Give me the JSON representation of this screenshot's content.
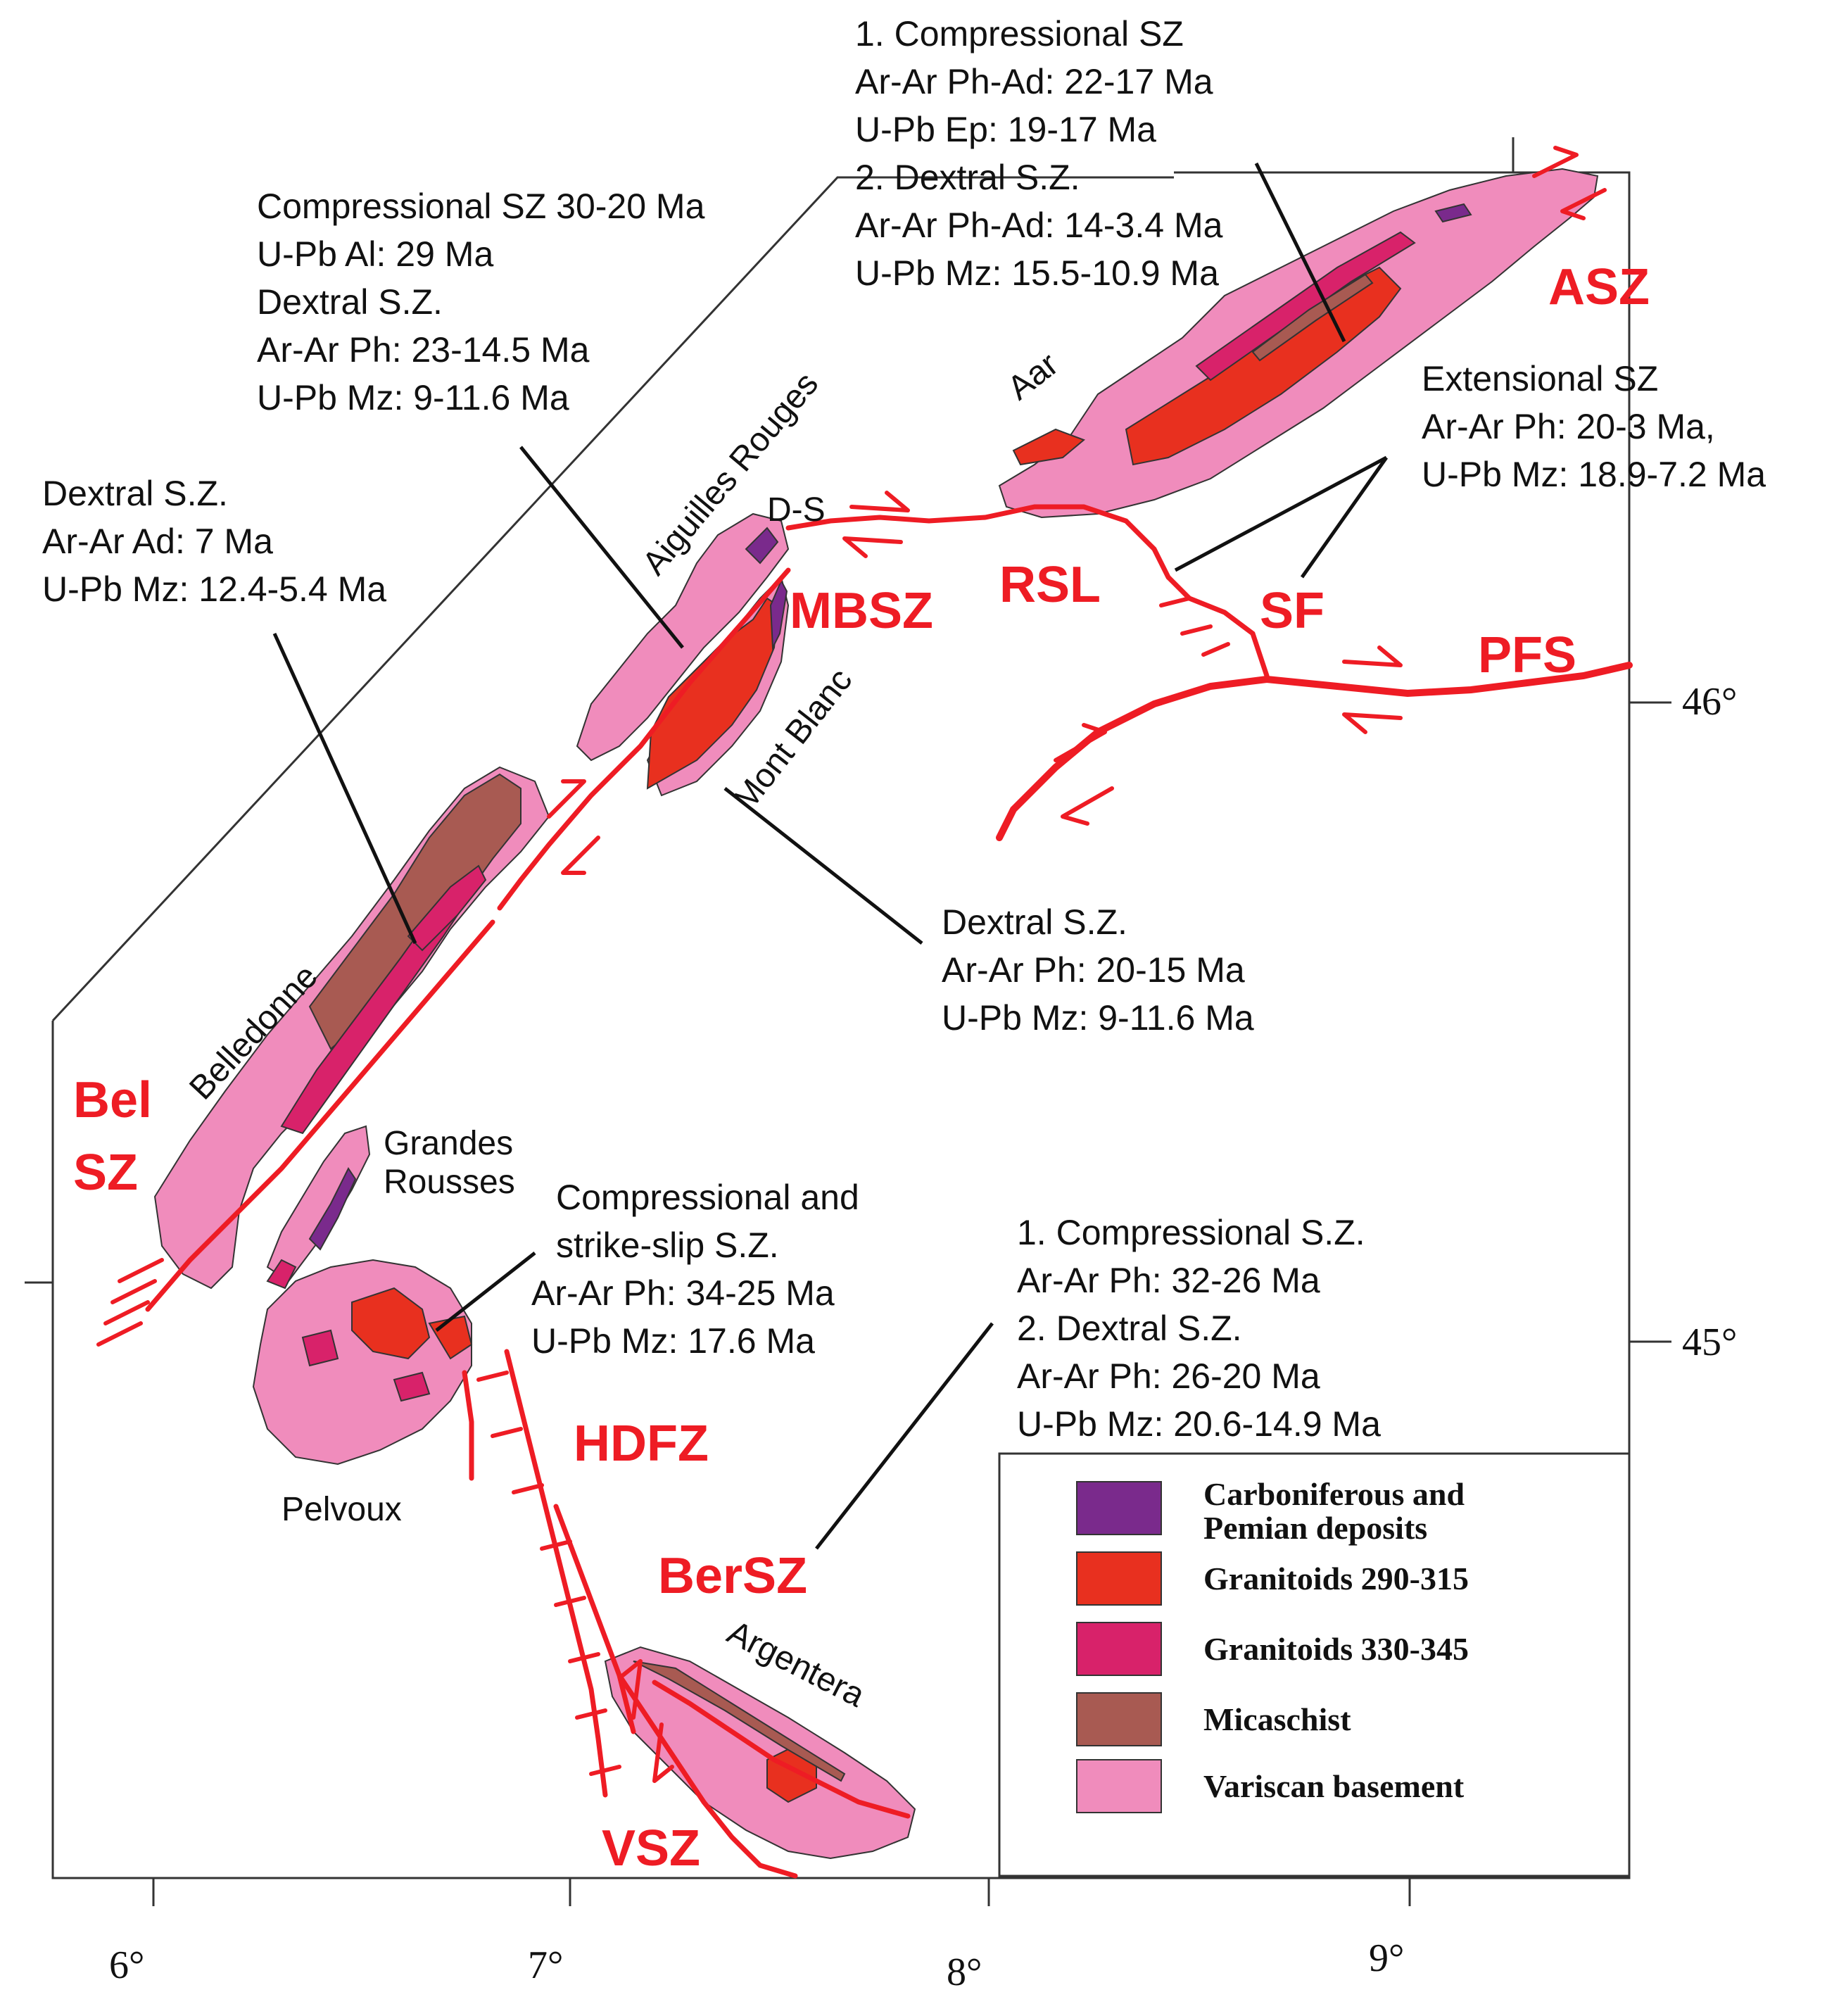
{
  "colors": {
    "carboniferous": "#7a2a8c",
    "granitoids_290_315": "#e8301f",
    "granitoids_330_345": "#d8226a",
    "micaschist": "#a85a52",
    "variscan_basement": "#f08cbc",
    "fault_red": "#ee1c24"
  },
  "annotations": {
    "aar": [
      "1. Compressional SZ",
      "Ar-Ar Ph-Ad: 22-17 Ma",
      "U-Pb Ep: 19-17 Ma",
      "2. Dextral S.Z.",
      "Ar-Ar Ph-Ad: 14-3.4 Ma",
      "U-Pb Mz: 15.5-10.9 Ma"
    ],
    "mont_blanc_north": [
      "Compressional SZ 30-20 Ma",
      "U-Pb Al: 29 Ma",
      "Dextral S.Z.",
      "Ar-Ar Ph: 23-14.5 Ma",
      "U-Pb Mz: 9-11.6 Ma"
    ],
    "belledonne": [
      "Dextral S.Z.",
      "Ar-Ar Ad: 7 Ma",
      "U-Pb Mz: 12.4-5.4 Ma"
    ],
    "extensional": [
      "Extensional SZ",
      "Ar-Ar Ph: 20-3 Ma,",
      "U-Pb Mz: 18.9-7.2 Ma"
    ],
    "mont_blanc_south": [
      "Dextral S.Z.",
      "Ar-Ar Ph: 20-15 Ma",
      "U-Pb Mz: 9-11.6 Ma"
    ],
    "pelvoux": [
      "Compressional and",
      "strike-slip S.Z.",
      "Ar-Ar Ph: 34-25 Ma",
      "U-Pb Mz: 17.6 Ma"
    ],
    "argentera": [
      "1. Compressional S.Z.",
      "Ar-Ar Ph: 32-26 Ma",
      "2. Dextral S.Z.",
      "Ar-Ar Ph: 26-20 Ma",
      "U-Pb Mz: 20.6-14.9 Ma"
    ]
  },
  "shear_zones": {
    "asz": "ASZ",
    "rsl": "RSL",
    "sf": "SF",
    "pfs": "PFS",
    "mbsz": "MBSZ",
    "bel": "Bel",
    "sz": "SZ",
    "hdfz": "HDFZ",
    "bersz": "BerSZ",
    "vsz": "VSZ"
  },
  "places": {
    "aar": "Aar",
    "aiguilles_rouges": "Aiguilles Rouges",
    "ds": "D-S",
    "mont_blanc": "Mont Blanc",
    "belledonne": "Belledonne",
    "grandes": "Grandes",
    "rousses": "Rousses",
    "pelvoux": "Pelvoux",
    "argentera": "Argentera"
  },
  "ticks": {
    "lon": [
      "6°",
      "7°",
      "8°",
      "9°"
    ],
    "lat": [
      "46°",
      "45°"
    ]
  },
  "legend": [
    {
      "label1": "Carboniferous and",
      "label2": "Pemian deposits",
      "color_key": "carboniferous"
    },
    {
      "label1": "Granitoids 290-315",
      "label2": "",
      "color_key": "granitoids_290_315"
    },
    {
      "label1": "Granitoids 330-345",
      "label2": "",
      "color_key": "granitoids_330_345"
    },
    {
      "label1": "Micaschist",
      "label2": "",
      "color_key": "micaschist"
    },
    {
      "label1": "Variscan basement",
      "label2": "",
      "color_key": "variscan_basement"
    }
  ]
}
